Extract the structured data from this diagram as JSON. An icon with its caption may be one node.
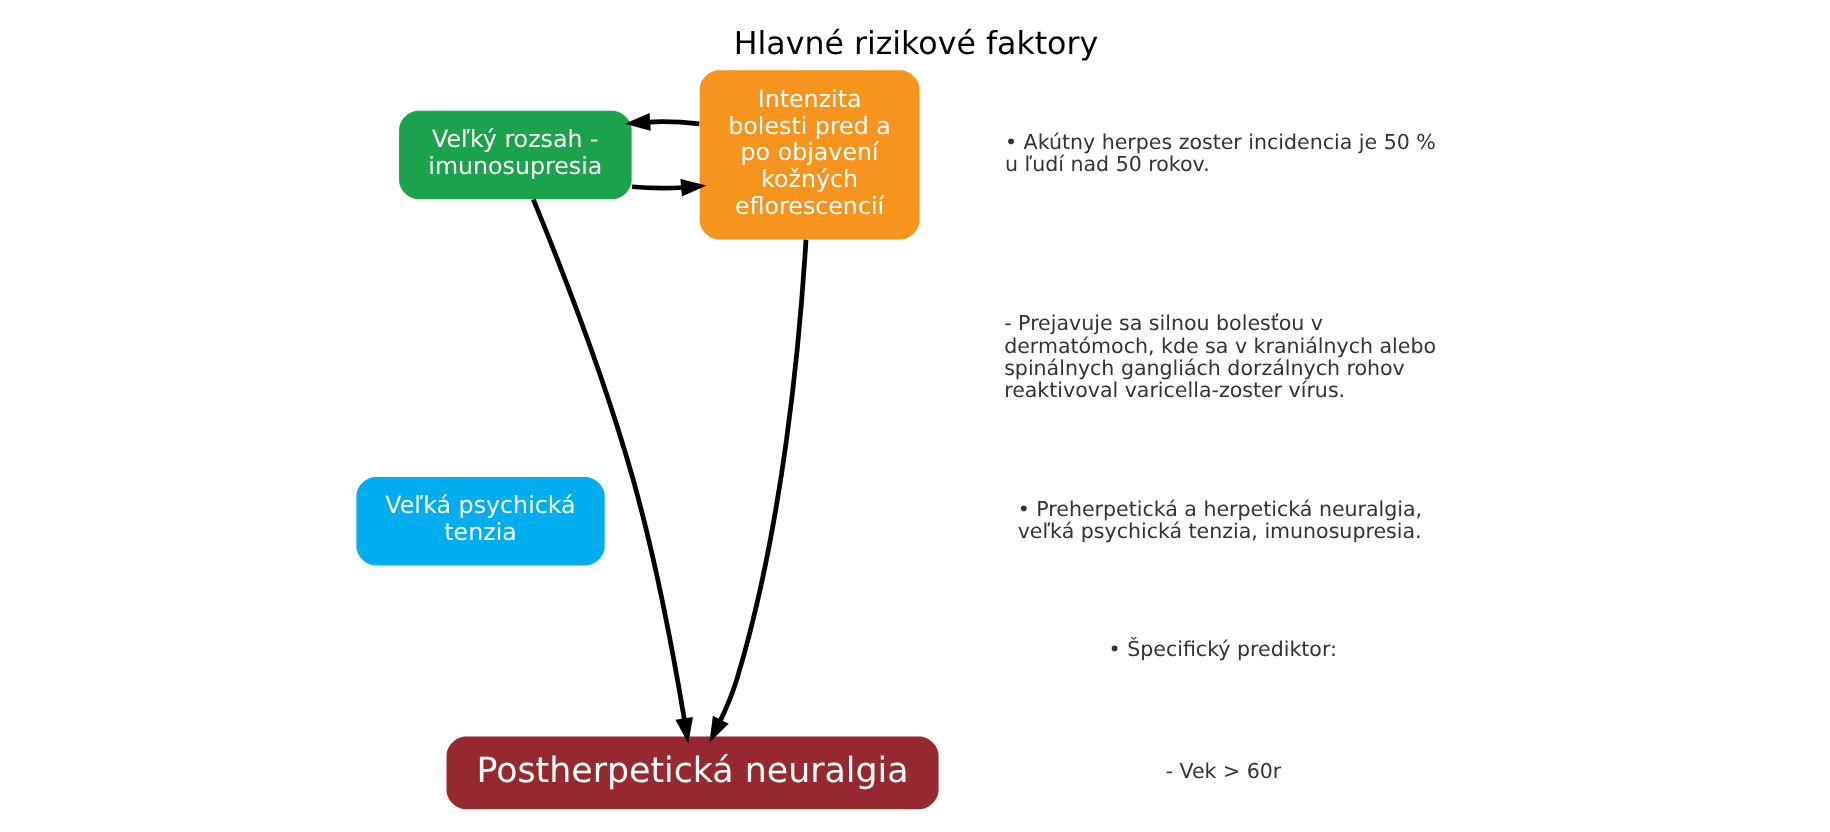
{
  "diagram": {
    "title": "Hlavné rizikové faktory",
    "nodes": [
      {
        "text": [
          "Veľký rozsah - imunosupresia"
        ]
      },
      {
        "text": [
          "Intenzita bolesti pred a po objavení kožných eflorescencií"
        ]
      },
      {
        "text": [
          "Veľká psychická tenzia"
        ]
      },
      {
        "text": [
          "Postherpetická neuralgia"
        ]
      }
    ],
    "edges": [
      {
        "from": 0,
        "to": 1,
        "arrow": "to"
      },
      {
        "from": 1,
        "to": 0,
        "arrow": "to"
      },
      {
        "from": 0,
        "to": 3,
        "arrow": "to"
      },
      {
        "from": 1,
        "to": 3,
        "arrow": "to"
      }
    ],
    "labels": [
      "• Akútny herpes zoster incidencia je 50 % u ľudí nad 50 rokov.",
      "- Prejavuje sa silnou bolesťou v dermatómoch, kde sa v kraniálnych alebo spinálnych gangliách dorzálnych rohov reaktivoval varicella-zoster vírus.",
      "• Preherpetická a herpetická neuralgia, veľká psychická tenzia, imunosupresia.",
      "• Špecifický prediktor:",
      "- Vek > 60r"
    ]
  }
}
